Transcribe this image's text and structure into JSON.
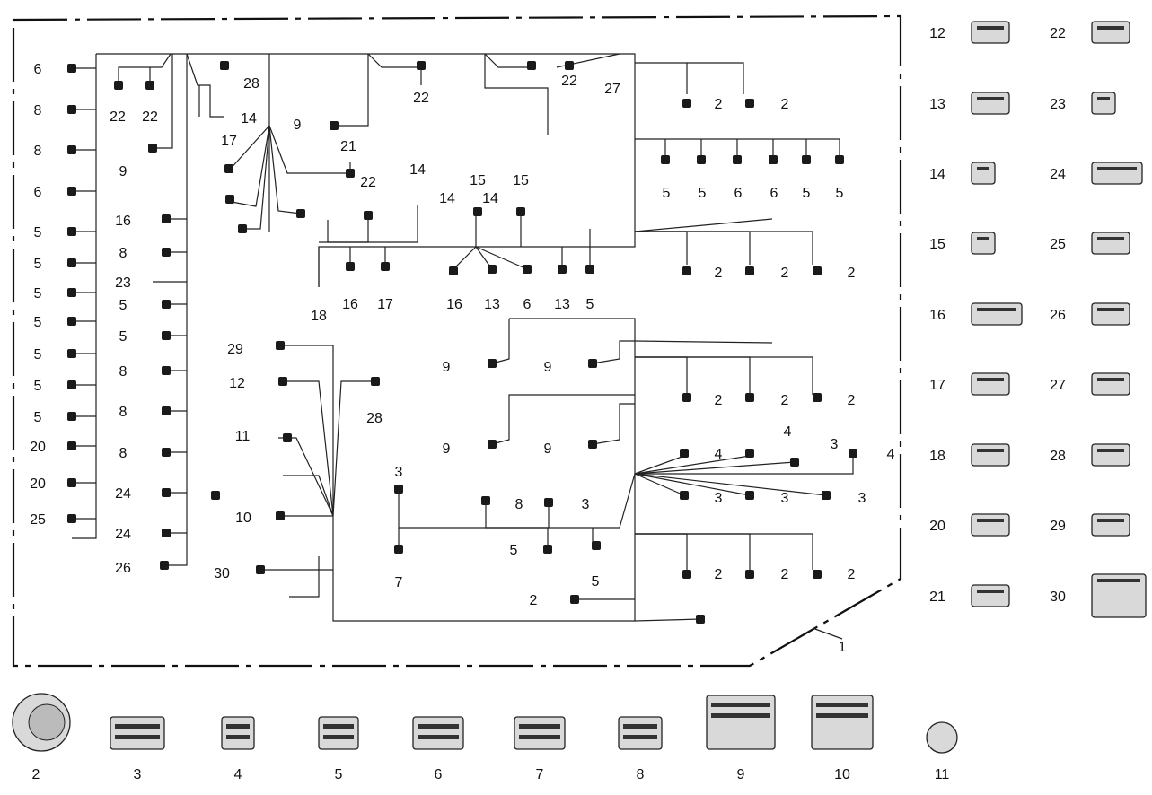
{
  "diagram": {
    "callouts_harness": [
      "6",
      "8",
      "8",
      "6",
      "5",
      "5",
      "5",
      "5",
      "5",
      "5",
      "5",
      "20",
      "20",
      "25",
      "22",
      "22",
      "9",
      "16",
      "8",
      "23",
      "5",
      "5",
      "8",
      "8",
      "8",
      "24",
      "24",
      "26",
      "28",
      "14",
      "9",
      "17",
      "21",
      "22",
      "22",
      "14",
      "15",
      "14",
      "14",
      "15",
      "22",
      "27",
      "18",
      "16",
      "17",
      "16",
      "13",
      "6",
      "13",
      "5",
      "2",
      "2",
      "5",
      "5",
      "6",
      "6",
      "5",
      "5",
      "2",
      "2",
      "2",
      "29",
      "12",
      "11",
      "10",
      "30",
      "28",
      "9",
      "9",
      "9",
      "9",
      "2",
      "2",
      "2",
      "4",
      "4",
      "3",
      "4",
      "3",
      "3",
      "3",
      "3",
      "8",
      "3",
      "5",
      "5",
      "7",
      "2",
      "2",
      "2",
      "2",
      "1"
    ],
    "parts_right": [
      "12",
      "13",
      "14",
      "15",
      "16",
      "17",
      "18",
      "20",
      "21",
      "22",
      "23",
      "24",
      "25",
      "26",
      "27",
      "28",
      "29",
      "30"
    ],
    "parts_bottom": [
      "2",
      "3",
      "4",
      "5",
      "6",
      "7",
      "8",
      "9",
      "10",
      "11"
    ]
  }
}
